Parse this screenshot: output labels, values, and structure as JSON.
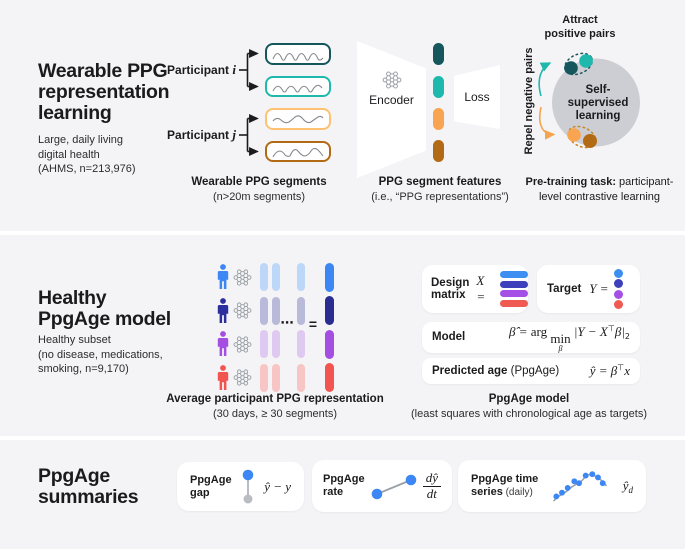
{
  "colors": {
    "background": "#f4f4f6",
    "separator": "#ffffff",
    "text": "#1b1b1d",
    "muted_text": "#2c2c2e",
    "teal_dark": "#15575d",
    "teal": "#1eb8ac",
    "orange_light": "#fdc171",
    "orange": "#f9a451",
    "brown": "#b26a15",
    "blue": "#3d87f5",
    "blue_light": "#bcd7f8",
    "navy": "#2b2f9e",
    "navy_light": "#b9b9d9",
    "purple": "#a44ee2",
    "purple_light": "#dec9f1",
    "red": "#f2554f",
    "red_light": "#f8c5c5",
    "indigo": "#3c41bb",
    "gray_icon": "#9aa0a6",
    "circle_gray": "#cdced3"
  },
  "icons": {
    "neural-network-icon": "hexagonal node graph",
    "person-icon": "person silhouette",
    "branch-arrow-icon": "forked arrows",
    "waveform-icon": "PPG wave trace",
    "gap-icon": "blue and gray dots joined by bar",
    "rate-icon": "rising line with dot endpoints",
    "timeseries-icon": "trend line with scatter dots"
  },
  "p1": {
    "title": [
      "Wearable PPG",
      "representation",
      "learning"
    ],
    "subtitle": [
      "Large, daily living",
      "digital health",
      "(AHMS, n=213,976)"
    ],
    "participant_label": "Participant",
    "participant_i_var": "i",
    "participant_j_var": "j",
    "segments_caption": "Wearable PPG segments",
    "segments_sub": "(n>20m segments)",
    "encoder": "Encoder",
    "loss": "Loss",
    "features_caption": "PPG segment features",
    "features_sub": "(i.e., “PPG representations”)",
    "attract": [
      "Attract",
      "positive pairs"
    ],
    "repel": "Repel negative pairs",
    "ssl": [
      "Self-",
      "supervised",
      "learning"
    ],
    "pretrain_bold": "Pre-training task:",
    "pretrain_rest": " participant-",
    "pretrain_line2": "level contrastive learning"
  },
  "p2": {
    "title": [
      "Healthy",
      "PpgAge model"
    ],
    "subtitle": [
      "Healthy subset",
      "(no disease, medications,",
      "smoking, n=9,170)"
    ],
    "ellipsis": "⋯",
    "equals": "=",
    "avg_caption": "Average participant PPG representation",
    "avg_sub": "(30 days, ≥ 30 segments)",
    "design_label": [
      "Design",
      "matrix"
    ],
    "design_eq": "X =",
    "target_label": "Target",
    "target_eq": "Y =",
    "model_label": "Model",
    "model_eq": {
      "s1": "β̂ = ",
      "s2": "arg ",
      "min": "min",
      "minsub": "β",
      "s3": " |Y − X",
      "t": "⊤",
      "s4": "β|",
      "sub": "2"
    },
    "pred_bold": "Predicted age",
    "pred_rest": " (PpgAge)",
    "pred_eq": {
      "a": "ŷ = β",
      "t": "⊤",
      "b": "x"
    },
    "model_caption": "PpgAge model",
    "model_sub": "(least squares with chronological age as targets)"
  },
  "p3": {
    "title": [
      "PpgAge",
      "summaries"
    ],
    "gap": {
      "l1": "PpgAge",
      "l2": "gap",
      "eq": "ŷ − y"
    },
    "rate": {
      "l1": "PpgAge",
      "l2": "rate",
      "num": "dŷ",
      "den": "dt"
    },
    "ts": {
      "l1": "PpgAge time",
      "l2b": "series",
      "l2r": " (daily)",
      "eq": "ŷ",
      "eqsub": "d"
    }
  }
}
